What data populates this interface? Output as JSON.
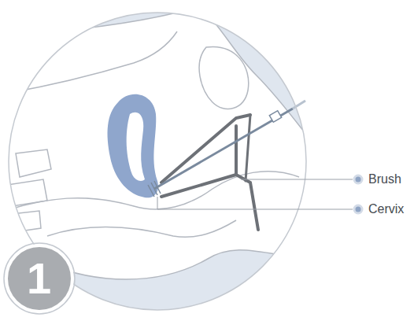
{
  "diagram": {
    "labels": [
      "Brush",
      "Cervix",
      "1"
    ]
  }
}
